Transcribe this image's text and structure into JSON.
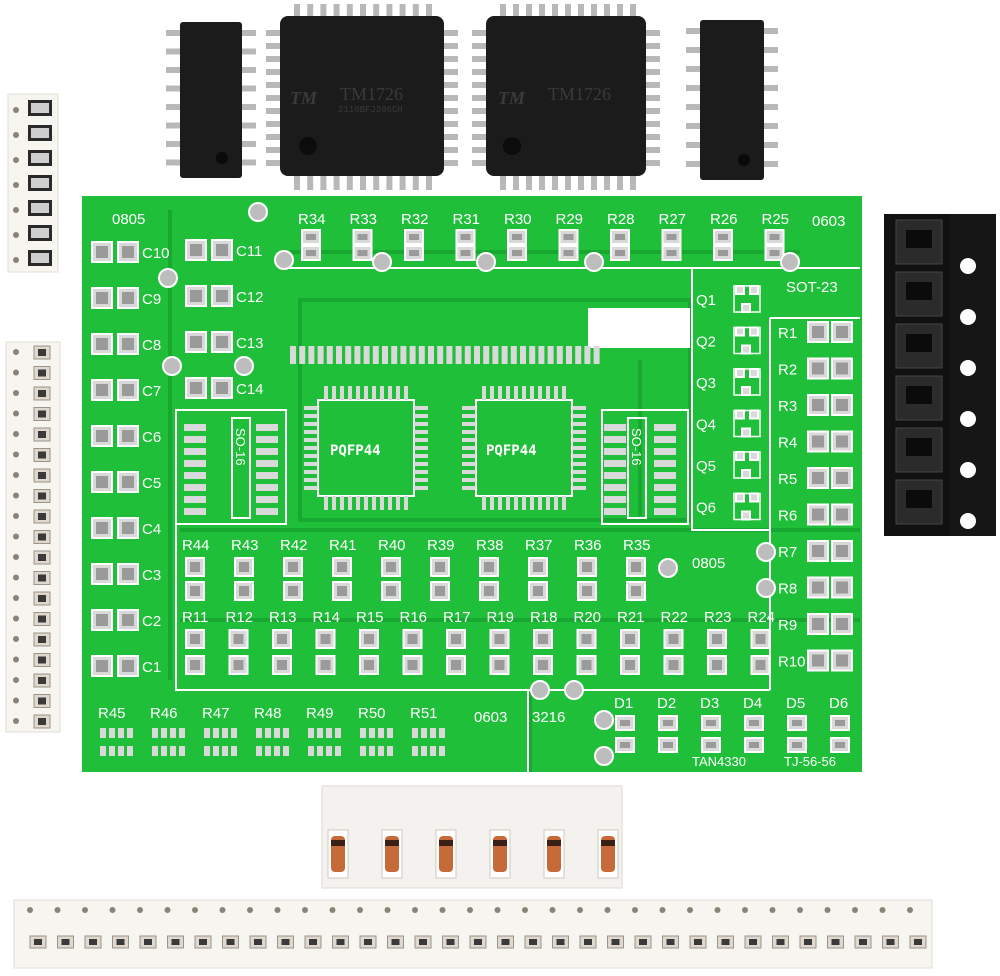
{
  "chips": {
    "qfp_left": {
      "brand": "TM",
      "marking": "TM1726",
      "lot": "2116BFJ396CH"
    },
    "qfp_right": {
      "brand": "TM",
      "marking": "TM1726"
    }
  },
  "board": {
    "labels": {
      "size_0805_top": "0805",
      "size_0603_top": "0603",
      "size_0805_mid": "0805",
      "size_0603_bottom": "0603",
      "size_3216": "3216",
      "sot23": "SOT-23",
      "pqfp_left": "PQFP44",
      "pqfp_right": "PQFP44",
      "so16_left": "SO-16",
      "so16_right": "SO-16",
      "diode_tan": "TAN4330",
      "diode_tj": "TJ-56-56"
    },
    "top_resistors": [
      "R34",
      "R33",
      "R32",
      "R31",
      "R30",
      "R29",
      "R28",
      "R27",
      "R26",
      "R25"
    ],
    "capacitors_left": [
      "C10",
      "C9",
      "C8",
      "C7",
      "C6",
      "C5",
      "C4",
      "C3",
      "C2",
      "C1"
    ],
    "capacitors_right": [
      "C11",
      "C12",
      "C13",
      "C14"
    ],
    "transistors": [
      "Q1",
      "Q2",
      "Q3",
      "Q4",
      "Q5",
      "Q6"
    ],
    "right_resistors": [
      "R1",
      "R2",
      "R3",
      "R4",
      "R5",
      "R6",
      "R7",
      "R8",
      "R9",
      "R10"
    ],
    "mid_resistors_a": [
      "R44",
      "R43",
      "R42",
      "R41",
      "R40",
      "R39",
      "R38",
      "R37",
      "R36",
      "R35"
    ],
    "mid_resistors_b": [
      "R11",
      "R12",
      "R13",
      "R14",
      "R15",
      "R16",
      "R17",
      "R19",
      "R18",
      "R20",
      "R21",
      "R22",
      "R23",
      "R24"
    ],
    "bottom_networks": [
      "R45",
      "R46",
      "R47",
      "R48",
      "R49",
      "R50",
      "R51"
    ],
    "diodes": [
      "D1",
      "D2",
      "D3",
      "D4",
      "D5",
      "D6"
    ]
  },
  "colors": {
    "pcb": "#1fbf3a",
    "pcb_dark": "#18a52f",
    "pad": "#d9d9d9",
    "chip": "#1b1b1b",
    "tape": "#f7f5f0",
    "sot_tape": "#111111"
  }
}
